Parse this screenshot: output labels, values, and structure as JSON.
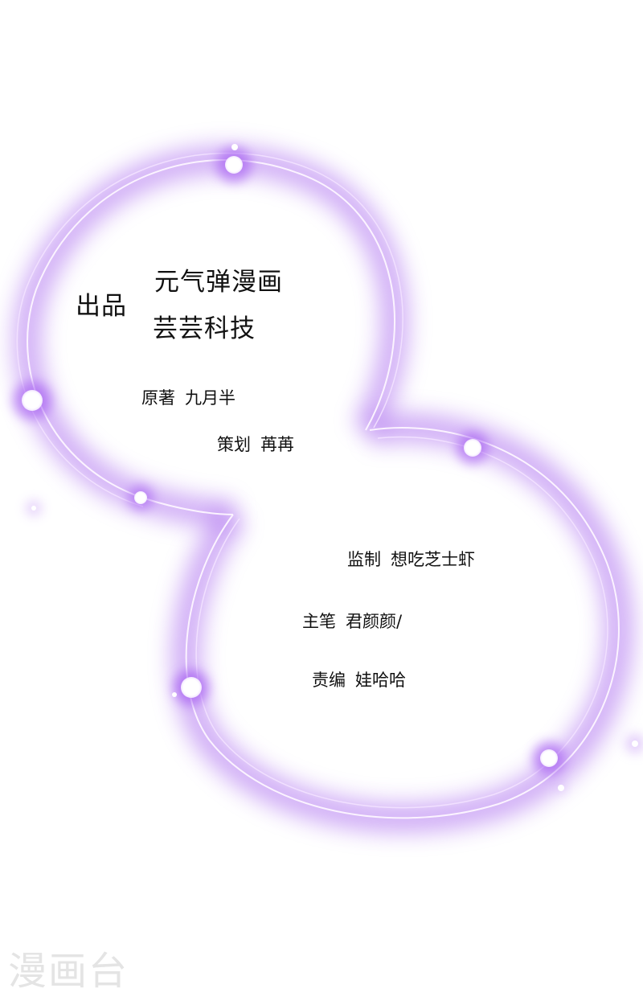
{
  "colors": {
    "background": "#ffffff",
    "glow": "#a060f0",
    "line": "#f4e8ff",
    "text": "#111111",
    "watermark": "#e4e4e4"
  },
  "publisher": {
    "label": "出品",
    "names": [
      "元气弹漫画",
      "芸芸科技"
    ]
  },
  "credits": [
    {
      "role": "原著",
      "name": "九月半"
    },
    {
      "role": "策划",
      "name": "苒苒"
    },
    {
      "role": "监制",
      "name": "想吃芝士虾"
    },
    {
      "role": "主笔",
      "name": "君颜颜/"
    },
    {
      "role": "责编",
      "name": "娃哈哈"
    }
  ],
  "watermark": "漫画台",
  "decoration": {
    "shape": "figure-eight-glowing-rings",
    "orbs": 7
  }
}
